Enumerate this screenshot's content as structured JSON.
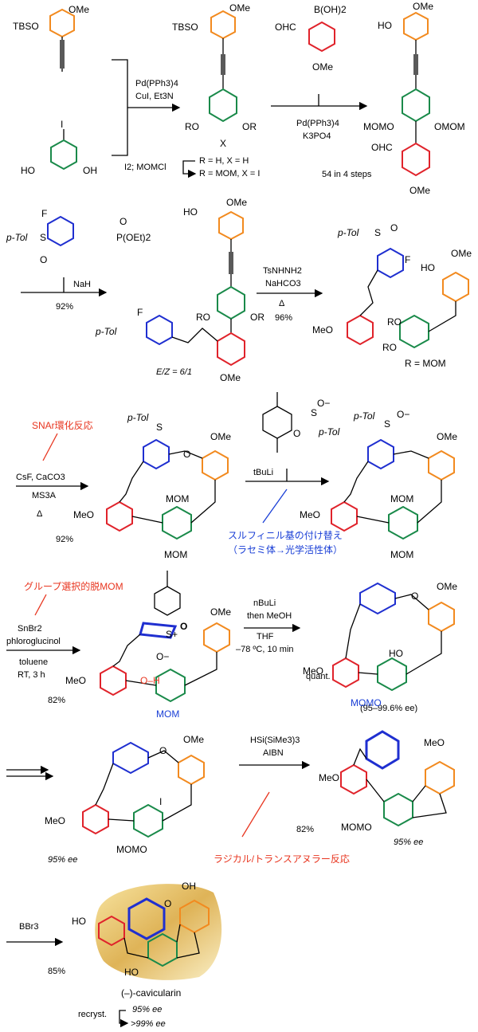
{
  "colors": {
    "orange": "#f28a1f",
    "green": "#1a8a4a",
    "red": "#e0232b",
    "blue": "#1f2fd0",
    "note_red": "#e8351f",
    "note_blue": "#1a3fd6",
    "gold": "#d9a63a"
  },
  "scheme": {
    "step1": {
      "sm1": {
        "tbso": "TBSO",
        "ome": "OMe"
      },
      "sm2": {
        "i": "I",
        "ho_left": "HO",
        "oh_right": "OH"
      },
      "cond": {
        "l1": "Pd(PPh3)4",
        "l2": "CuI, Et3N"
      },
      "iod": {
        "reagent": "I2; MOMCl",
        "r1": "R = H, X = H",
        "r2": "R = MOM, X = I"
      },
      "prod": {
        "tbso": "TBSO",
        "ome": "OMe",
        "ro_left": "RO",
        "or_right": "OR",
        "x": "X"
      }
    },
    "step2": {
      "boronic": {
        "boh2": "B(OH)2",
        "ohc": "OHC",
        "ome": "OMe"
      },
      "cond": {
        "l1": "Pd(PPh3)4",
        "l2": "K3PO4"
      },
      "prod": {
        "ho": "HO",
        "ome": "OMe",
        "mom_left": "MOMO",
        "mom_right": "OMOM",
        "ohc": "OHC",
        "ome2": "OMe"
      },
      "yield": "54 in 4 steps"
    },
    "step3": {
      "reagent": {
        "f": "F",
        "ptol": "p-Tol",
        "s": "S",
        "o": "O",
        "p": "P(OEt)2",
        "po": "O"
      },
      "cond": "NaH",
      "yield": "92%",
      "prod": {
        "ho": "HO",
        "ome": "OMe",
        "ro": "RO",
        "or": "OR",
        "f": "F",
        "ptol": "p-Tol",
        "ome2": "OMe",
        "ez": "E/Z = 6/1"
      }
    },
    "step4": {
      "cond": {
        "l1": "TsNHNH2",
        "l2": "NaHCO3",
        "l3": "Δ"
      },
      "yield": "96%",
      "prod": {
        "ptol": "p-Tol",
        "so": "S",
        "o": "O",
        "f": "F",
        "ho": "HO",
        "ome": "OMe",
        "meo": "MeO",
        "ro1": "RO",
        "ro2": "RO",
        "rdef": "R = MOM"
      }
    },
    "step5": {
      "note": "SNAr環化反応",
      "cond": {
        "l1": "CsF, CaCO3",
        "l2": "MS3A",
        "l3": "Δ"
      },
      "yield": "92%",
      "prod": {
        "ptol": "p-Tol",
        "so": "S",
        "o": "O",
        "ome": "OMe",
        "meo": "MeO",
        "mom1": "MOM",
        "mom2": "MOM"
      }
    },
    "step6": {
      "chiral": {
        "s": "S",
        "o": "O",
        "ptol": "p-Tol",
        "ominus": "O−"
      },
      "reagent": "tBuLi",
      "note_l1": "スルフィニル基の付け替え",
      "note_l2": "（ラセミ体→光学活性体）",
      "prod": {
        "ptol": "p-Tol",
        "s": "S",
        "ominus": "O−",
        "ome": "OMe",
        "meo": "MeO",
        "mom1": "MOM",
        "mom2": "MOM"
      }
    },
    "step7": {
      "note": "グループ選択的脱MOM",
      "cond": {
        "l1": "SnBr2",
        "l2": "phloroglucinol",
        "l3": "toluene",
        "l4": "RT, 3 h"
      },
      "yield": "82%",
      "inter": {
        "s": "S+",
        "o": "O",
        "ominus": "O−",
        "h": "O–H",
        "ome": "OMe",
        "meo": "MeO",
        "mom": "MOM"
      }
    },
    "step8": {
      "cond": {
        "l1": "nBuLi",
        "l2": "then MeOH",
        "l3": "THF",
        "l4": "–78 ºC, 10 min"
      },
      "yield": "quant.",
      "ee": "(95–99.6% ee)",
      "prod": {
        "ho": "HO",
        "o": "O",
        "ome": "OMe",
        "meo": "MeO",
        "momo": "MOMO"
      }
    },
    "step9": {
      "prod": {
        "o": "O",
        "ome": "OMe",
        "meo": "MeO",
        "momo": "MOMO",
        "i": "I"
      },
      "yield": "95% ee"
    },
    "step10": {
      "cond": {
        "l1": "HSi(SiMe3)3",
        "l2": "AIBN"
      },
      "yield": "82%",
      "note": "ラジカル/トランスアヌラー反応",
      "prod": {
        "meo": "MeO",
        "meo2": "MeO",
        "momo": "MOMO",
        "ee": "95% ee"
      }
    },
    "step11": {
      "cond": "BBr3",
      "yield": "85%",
      "prod": {
        "oh1": "OH",
        "ho1": "HO",
        "ho2": "HO",
        "o": "O",
        "name": "(–)-cavicularin"
      },
      "recryst": {
        "label": "recryst.",
        "ee1": "95% ee",
        "ee2": ">99% ee"
      }
    }
  }
}
